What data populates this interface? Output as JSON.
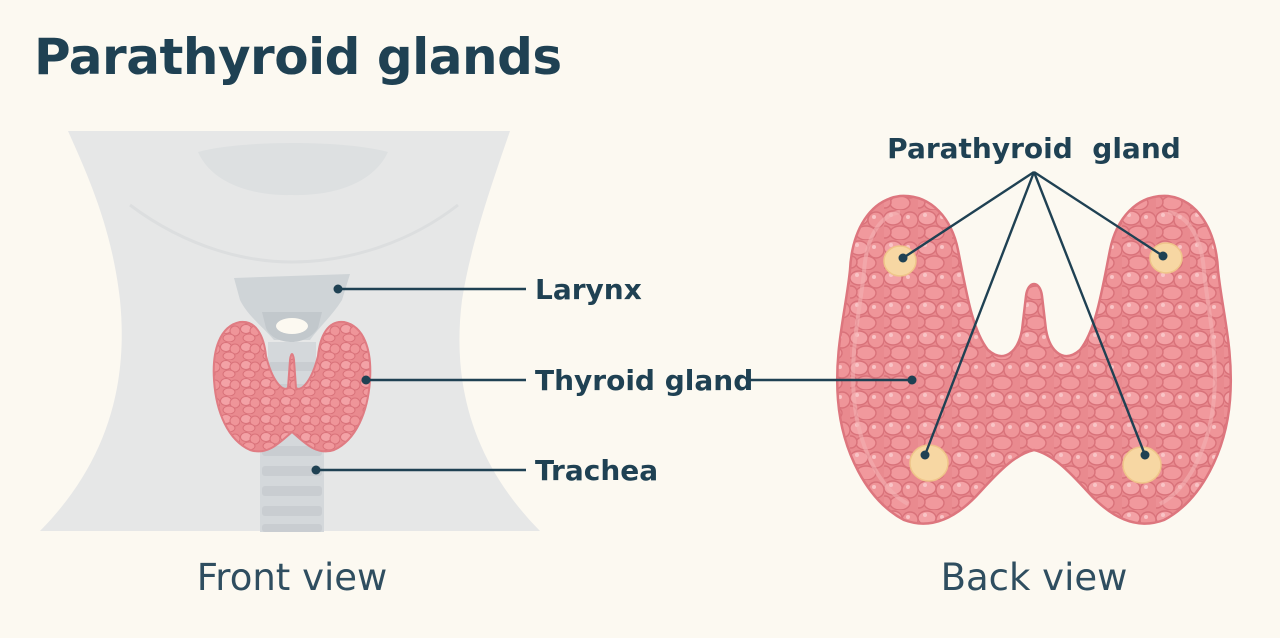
{
  "title": "Parathyroid glands",
  "front_view": {
    "caption": "Front view",
    "labels": {
      "larynx": "Larynx",
      "thyroid": "Thyroid gland",
      "trachea": "Trachea"
    }
  },
  "back_view": {
    "caption": "Back view",
    "labels": {
      "parathyroid": "Parathyroid  gland"
    }
  },
  "colors": {
    "background": "#fcf9f1",
    "title": "#1f4153",
    "neck": "#e6e7e7",
    "larynx": "#cfd4d7",
    "thyroid": "#e7848a",
    "thyroid_lobule": "#f29ca0",
    "parathyroid": "#f7d7a3",
    "leader_line": "#1f4153"
  }
}
